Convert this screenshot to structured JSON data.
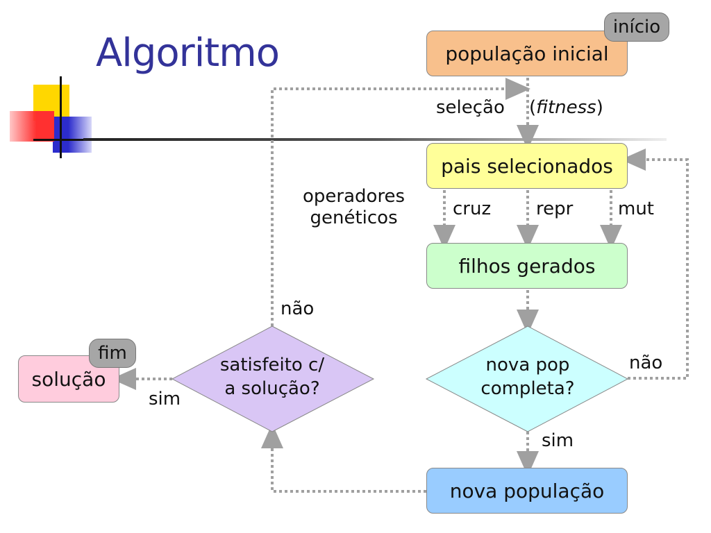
{
  "title": "Algoritmo",
  "nodes": {
    "populacao_inicial": "população inicial",
    "pais_selecionados": "pais selecionados",
    "filhos_gerados": "filhos gerados",
    "nova_populacao": "nova população",
    "solucao": "solução"
  },
  "decisions": {
    "nova_pop_line1": "nova pop",
    "nova_pop_line2": "completa?",
    "satisfeito_line1": "satisfeito c/",
    "satisfeito_line2": "a solução?"
  },
  "tags": {
    "inicio": "início",
    "fim": "fim"
  },
  "labels": {
    "selecao": "seleção",
    "fitness_open": "(",
    "fitness": "fitness",
    "fitness_close": ")",
    "operadores_line1": "operadores",
    "operadores_line2": "genéticos",
    "cruz": "cruz",
    "repr": "repr",
    "mut": "mut",
    "nao_right": "não",
    "sim_bottom": "sim",
    "nao_left": "não",
    "sim_left": "sim"
  },
  "colors": {
    "title": "#333399",
    "populacao_inicial": "#f8c08c",
    "pais_selecionados": "#ffff99",
    "filhos_gerados": "#ccffcc",
    "nova_populacao": "#99ccff",
    "solucao": "#ffccdd",
    "nova_pop_diamond": "#ccffff",
    "satisfeito_diamond": "#d9c6f5",
    "connector": "#a0a0a0"
  }
}
